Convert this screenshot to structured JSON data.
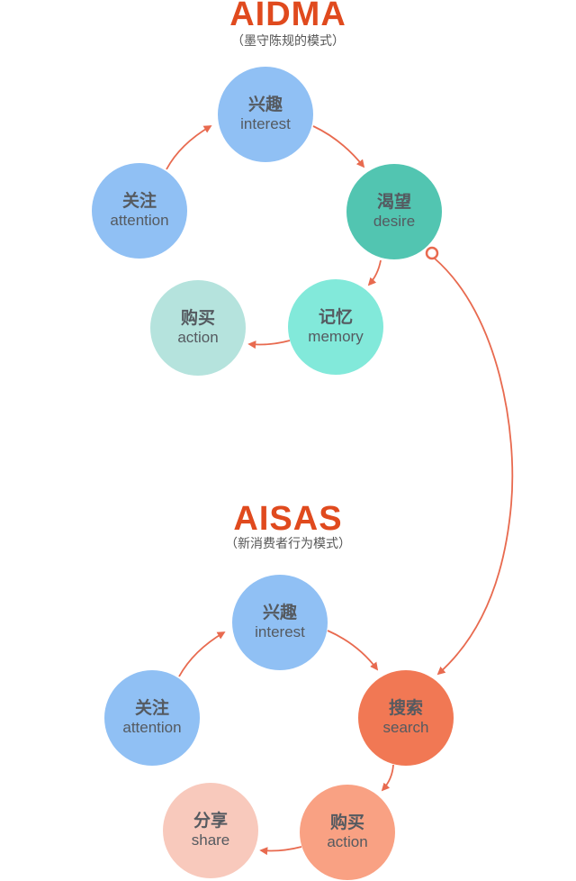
{
  "colors": {
    "accent": "#e04a1e",
    "arrow": "#e86a4f",
    "blue": "#90c0f4",
    "teal": "#52c5b1",
    "aqua": "#82e9da",
    "paleTeal": "#b5e3dd",
    "salmon": "#f17854",
    "lightSalmon": "#f9a183",
    "paleSalmon": "#f8c9bc"
  },
  "aidma": {
    "title": "AIDMA",
    "subtitle": "（墨守陈规的模式）",
    "nodes": {
      "attention": {
        "zh": "关注",
        "en": "attention"
      },
      "interest": {
        "zh": "兴趣",
        "en": "interest"
      },
      "desire": {
        "zh": "渴望",
        "en": "desire"
      },
      "memory": {
        "zh": "记忆",
        "en": "memory"
      },
      "action": {
        "zh": "购买",
        "en": "action"
      }
    }
  },
  "aisas": {
    "title": "AISAS",
    "subtitle": "（新消费者行为模式）",
    "nodes": {
      "attention": {
        "zh": "关注",
        "en": "attention"
      },
      "interest": {
        "zh": "兴趣",
        "en": "interest"
      },
      "search": {
        "zh": "搜索",
        "en": "search"
      },
      "action": {
        "zh": "购买",
        "en": "action"
      },
      "share": {
        "zh": "分享",
        "en": "share"
      }
    }
  }
}
